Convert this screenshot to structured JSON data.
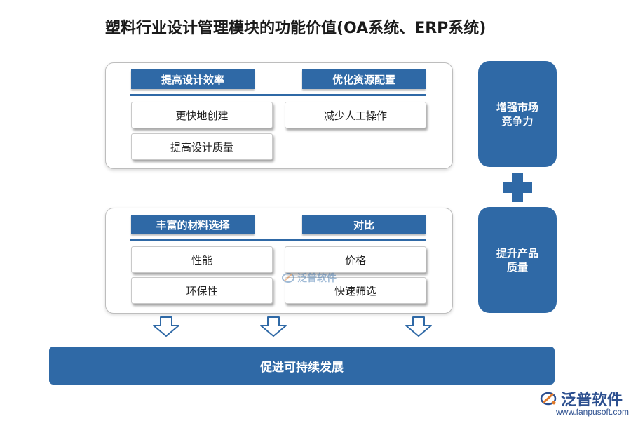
{
  "title": "塑料行业设计管理模块的功能价值(OA系统、ERP系统)",
  "panel1": {
    "headers": [
      "提高设计效率",
      "优化资源配置"
    ],
    "cells": [
      "更快地创建",
      "减少人工操作",
      "提高设计质量"
    ]
  },
  "panel2": {
    "headers": [
      "丰富的材料选择",
      "对比"
    ],
    "cells": [
      "性能",
      "价格",
      "环保性",
      "快速筛选"
    ]
  },
  "side": {
    "top": "增强市场竞争力",
    "bottom": "提升产品质量"
  },
  "bottom_bar": "促进可持续发展",
  "watermark": "泛普软件",
  "logo": {
    "name": "泛普软件",
    "url": "www.fanpusoft.com"
  },
  "colors": {
    "primary": "#2f69a6",
    "text": "#222222"
  }
}
